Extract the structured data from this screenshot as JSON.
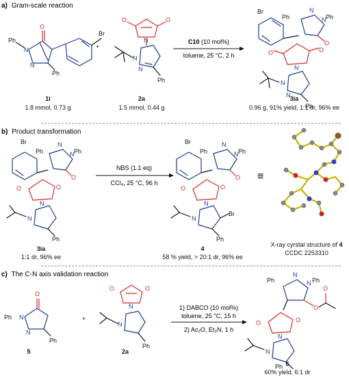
{
  "sections": [
    {
      "header_letter": "a)",
      "header": "Gram-scale reaction",
      "conditions_top_catalyst": "C10",
      "conditions_top_rest": " (10 mol%)",
      "conditions_bottom": "toluene, 25 °C, 2 h",
      "plus": "+",
      "compounds": [
        {
          "id": "1i",
          "note": "1.8 mmol, 0.73 g"
        },
        {
          "id": "2a",
          "note": "1.5 mmol, 0.44 g"
        },
        {
          "id": "3ia",
          "note": "0.96 g, 91% yield, 1:1 dr, 96% ee"
        }
      ]
    },
    {
      "header_letter": "b)",
      "header": "Product transformation",
      "conditions_top": "NBS (1.1 eq)",
      "conditions_bottom": "CCl₄, 25 °C, 96 h",
      "equiv_sign": "≡",
      "compounds": [
        {
          "id": "3ia",
          "note": "1:1 dr, 96% ee"
        },
        {
          "id": "4",
          "note": "58 % yield,  > 20:1 dr, 96% ee"
        }
      ],
      "xray_caption_prefix": "X-ray cyrstal structure of ",
      "xray_caption_compound": "4",
      "xray_ccdc": "CCDC 2253310"
    },
    {
      "header_letter": "c)",
      "header": "The C-N axis validation reaction",
      "conditions_top": "1) DABCO (10 mol%)",
      "conditions_mid": "toluene, 25 °C, 15 h",
      "conditions_bottom": "2) Ac₂O, Et₃N, 1 h",
      "plus": "+",
      "compounds": [
        {
          "id": "5",
          "note": ""
        },
        {
          "id": "2a",
          "note": ""
        },
        {
          "id": "6",
          "note": "60% yield, 6:1 dr"
        }
      ]
    }
  ],
  "atom_labels": {
    "ph": "Ph",
    "n": "N",
    "o": "O",
    "br": "Br"
  },
  "colors": {
    "structure_blue": "#1f3a8f",
    "heteroatom_red": "#d22b2b",
    "text": "#000000"
  }
}
